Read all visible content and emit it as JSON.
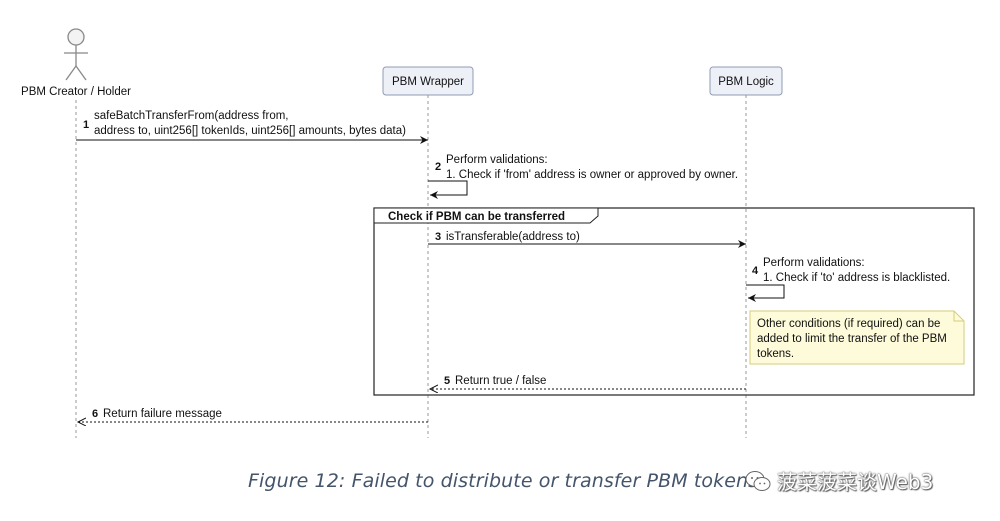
{
  "actors": {
    "creator": "PBM Creator / Holder",
    "wrapper": "PBM Wrapper",
    "logic": "PBM Logic"
  },
  "messages": [
    {
      "num": "1",
      "lines": [
        "safeBatchTransferFrom(address from,",
        "address to, uint256[] tokenIds, uint256[] amounts, bytes data)"
      ]
    },
    {
      "num": "2",
      "lines": [
        "Perform validations:",
        "1. Check if 'from' address is owner or approved by owner."
      ]
    },
    {
      "num": "3",
      "lines": [
        "isTransferable(address to)"
      ]
    },
    {
      "num": "4",
      "lines": [
        "Perform validations:",
        "1. Check if 'to' address is blacklisted."
      ]
    },
    {
      "num": "5",
      "lines": [
        "Return true / false"
      ]
    },
    {
      "num": "6",
      "lines": [
        "Return failure message"
      ]
    }
  ],
  "frame": {
    "title": "Check if PBM can be transferred"
  },
  "note": {
    "lines": [
      "Other conditions (if required) can be",
      "added to limit the transfer of the PBM",
      "tokens."
    ]
  },
  "caption": "Figure 12: Failed to distribute or transfer PBM tokens",
  "watermark": "菠菜菠菜谈Web3",
  "colors": {
    "participant_fill": "#eef0f8",
    "participant_border": "#8f9bb3",
    "note_fill": "#fdfbd9",
    "note_border": "#d6ce7a",
    "caption": "#44546a"
  }
}
